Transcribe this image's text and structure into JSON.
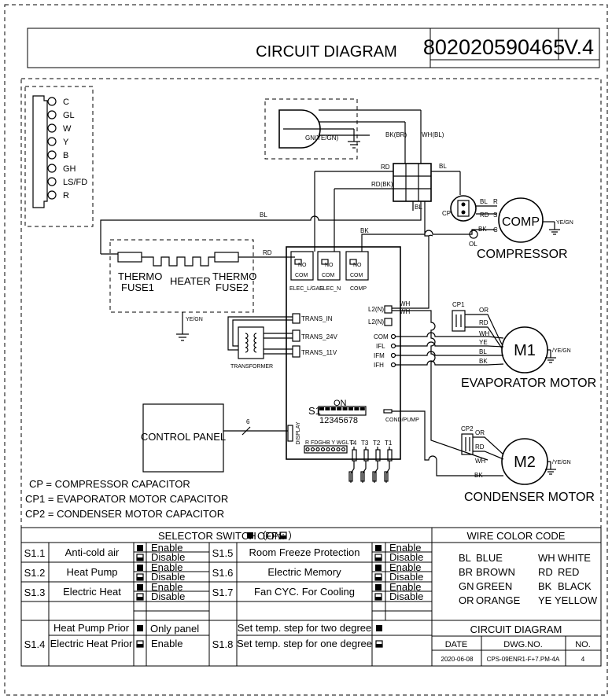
{
  "header": {
    "title": "CIRCUIT DIAGRAM",
    "model_number": "802020590465",
    "version": "V.4"
  },
  "thermostat_terminals": [
    "C",
    "GL",
    "W",
    "Y",
    "B",
    "GH",
    "LS/FD",
    "R"
  ],
  "wires": {
    "gn_ye_gn": "GN(YE/GN)",
    "bk_br": "BK(BR)",
    "wh_bl": "WH(BL)",
    "rd": "RD",
    "rd_bk": "RD(BK)",
    "bl": "BL",
    "bk": "BK",
    "wh": "WH",
    "ye_gn": "YE/GN",
    "ye_gn_slash": "/YE/GN",
    "or": "OR",
    "ye": "YE",
    "cable_count": "6"
  },
  "heater": {
    "fuse1": [
      "THERMO",
      "FUSE1"
    ],
    "heater": "HEATER",
    "fuse2": [
      "THERMO",
      "FUSE2"
    ]
  },
  "relays": {
    "no": "NO",
    "com": "COM",
    "elec_l_gas": "ELEC_L/GAS",
    "elec_n": "ELEC_N",
    "comp": "COMP"
  },
  "compressor": {
    "label": "COMP",
    "caption": "COMPRESSOR",
    "cp": "CP",
    "ol": "OL",
    "pins": [
      "R",
      "S",
      "C"
    ]
  },
  "board": {
    "l2n": "L2(N)",
    "trans_in": "TRANS_IN",
    "trans_24v": "TRANS_24V",
    "trans_11v": "TRANS_11V",
    "transformer": "TRANSFORMER",
    "com": "COM",
    "ifl": "IFL",
    "ifm": "IFM",
    "ifh": "IFH",
    "s1": "S1",
    "on": "ON",
    "switch_numbers": "12345678",
    "cond_pump": "COND/PUMP",
    "display": "DISPLAY",
    "connector_pins": "R FDGHB Y WGL C",
    "sensors": [
      "T4",
      "T3",
      "T2",
      "T1"
    ]
  },
  "evaporator": {
    "label": "M1",
    "caption": "EVAPORATOR MOTOR",
    "cap": "CP1"
  },
  "condenser": {
    "label": "M2",
    "caption": "CONDENSER MOTOR",
    "cap": "CP2"
  },
  "control_panel": "CONTROL PANEL",
  "legend": [
    "CP  = COMPRESSOR CAPACITOR",
    "CP1 = EVAPORATOR MOTOR CAPACITOR",
    "CP2 = CONDENSER MOTOR CAPACITOR"
  ],
  "selector": {
    "title_prefix": "SELECTOR SWITCH（ON:",
    "title_mid": "OFF:",
    "title_suffix": "）",
    "rows": [
      {
        "id": "S1.1",
        "name": "Anti-cold air",
        "opt1": "Enable",
        "opt2": "Disable"
      },
      {
        "id": "S1.2",
        "name": "Heat Pump",
        "opt1": "Enable",
        "opt2": "Disable"
      },
      {
        "id": "S1.3",
        "name": "Electric Heat",
        "opt1": "Enable",
        "opt2": "Disable"
      },
      {
        "id": "S1.5",
        "name": "Room Freeze Protection",
        "opt1": "Enable",
        "opt2": "Disable"
      },
      {
        "id": "S1.6",
        "name": "Electric Memory",
        "opt1": "Enable",
        "opt2": "Disable"
      },
      {
        "id": "S1.7",
        "name": "Fan CYC. For Cooling",
        "opt1": "Enable",
        "opt2": "Disable"
      }
    ],
    "s14": {
      "id": "S1.4",
      "name1": "Heat Pump Prior",
      "opt1": "Only panel",
      "name2": "Electric Heat Prior",
      "opt2": "Enable"
    },
    "s18": {
      "id": "S1.8",
      "name1": "Set temp. step for two degree",
      "name2": "Set temp. step for one degree"
    }
  },
  "wire_color_code": {
    "title": "WIRE COLOR CODE",
    "codes": [
      {
        "code": "BL",
        "name": "BLUE"
      },
      {
        "code": "WH",
        "name": "WHITE"
      },
      {
        "code": "BR",
        "name": "BROWN"
      },
      {
        "code": "RD",
        "name": "RED"
      },
      {
        "code": "GN",
        "name": "GREEN"
      },
      {
        "code": "BK",
        "name": "BLACK"
      },
      {
        "code": "OR",
        "name": "ORANGE"
      },
      {
        "code": "YE",
        "name": "YELLOW"
      }
    ]
  },
  "title_block": {
    "title": "CIRCUIT DIAGRAM",
    "date_label": "DATE",
    "dwg_label": "DWG.NO.",
    "no_label": "NO.",
    "date": "2020-06-08",
    "dwg": "CPS-09ENR1-F+7.PM-4A",
    "no": "4"
  }
}
